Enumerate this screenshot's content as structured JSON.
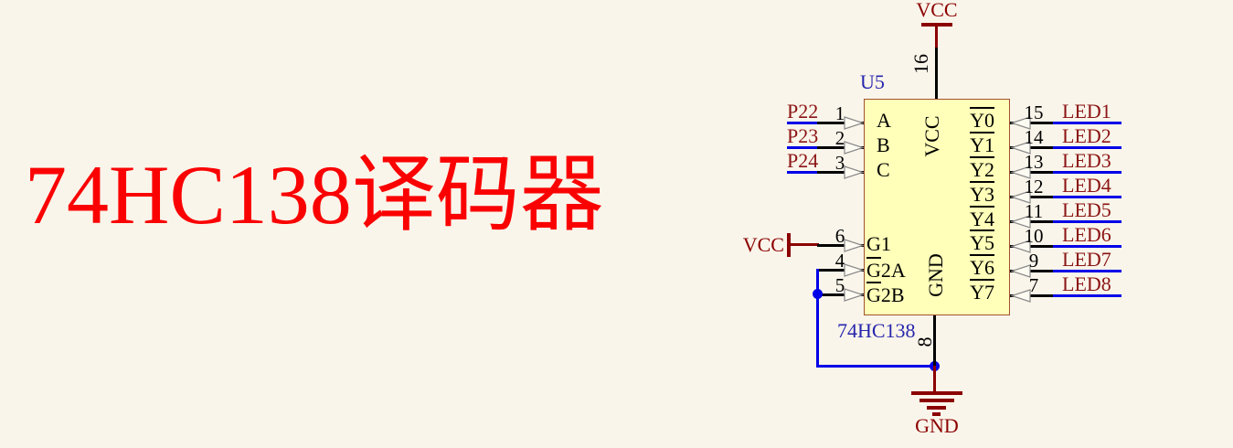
{
  "title": "74HC138译码器",
  "colors": {
    "background": "#FAF5EA",
    "title_red": "#FA0202",
    "chip_fill": "#FFFFB9",
    "chip_border": "#A0522D",
    "wire_blue": "#0000E8",
    "power_dark_red": "#8B0000",
    "net_label_red": "#8B1414",
    "designator_blue": "#2626AE",
    "pin_black": "#000000"
  },
  "icons": {
    "vcc_power_bar": "T-bar power port",
    "ground_symbol": "triple-bar earth ground",
    "pin_arrow": "open triangle toward chip",
    "junction": "filled blue dot"
  },
  "chip": {
    "designator": "U5",
    "part_number": "74HC138",
    "top_pin": {
      "number": "16",
      "name": "VCC"
    },
    "bottom_pin": {
      "number": "8",
      "name": "GND"
    },
    "left_pins": [
      {
        "number": "1",
        "bar": "",
        "name": "A",
        "net": "P22"
      },
      {
        "number": "2",
        "bar": "",
        "name": "B",
        "net": "P23"
      },
      {
        "number": "3",
        "bar": "",
        "name": "C",
        "net": "P24"
      },
      {
        "number": "6",
        "bar": "",
        "name": "G1",
        "net": ""
      },
      {
        "number": "4",
        "bar": "G",
        "name": "2A",
        "net": ""
      },
      {
        "number": "5",
        "bar": "G",
        "name": "2B",
        "net": ""
      }
    ],
    "right_pins": [
      {
        "number": "15",
        "bar": "Y0",
        "net": "LED1"
      },
      {
        "number": "14",
        "bar": "Y1",
        "net": "LED2"
      },
      {
        "number": "13",
        "bar": "Y2",
        "net": "LED3"
      },
      {
        "number": "12",
        "bar": "Y3",
        "net": "LED4"
      },
      {
        "number": "11",
        "bar": "Y4",
        "net": "LED5"
      },
      {
        "number": "10",
        "bar": "Y5",
        "net": "LED6"
      },
      {
        "number": "9",
        "bar": "Y6",
        "net": "LED7"
      },
      {
        "number": "7",
        "bar": "Y7",
        "net": "LED8"
      }
    ]
  },
  "power_ports": {
    "vcc_top": "VCC",
    "vcc_left": "VCC",
    "gnd_bottom": "GND"
  }
}
